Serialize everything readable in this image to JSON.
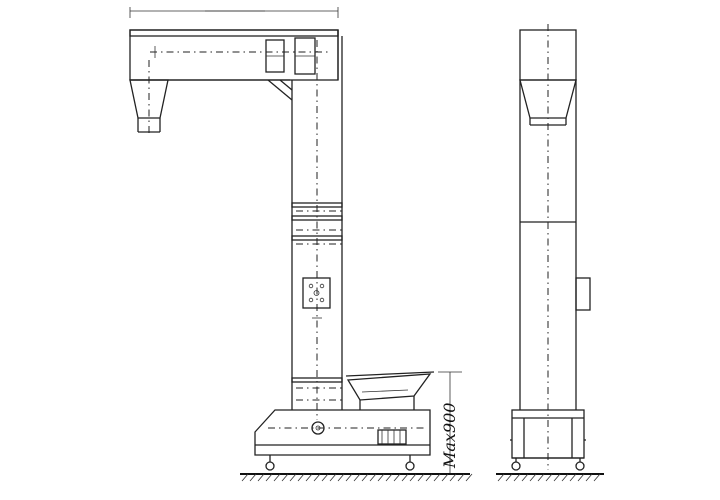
{
  "drawing": {
    "dimension_label": "Max900",
    "views": [
      "side-elevation",
      "front-elevation"
    ],
    "line_color": "#222222",
    "background": "#ffffff"
  }
}
